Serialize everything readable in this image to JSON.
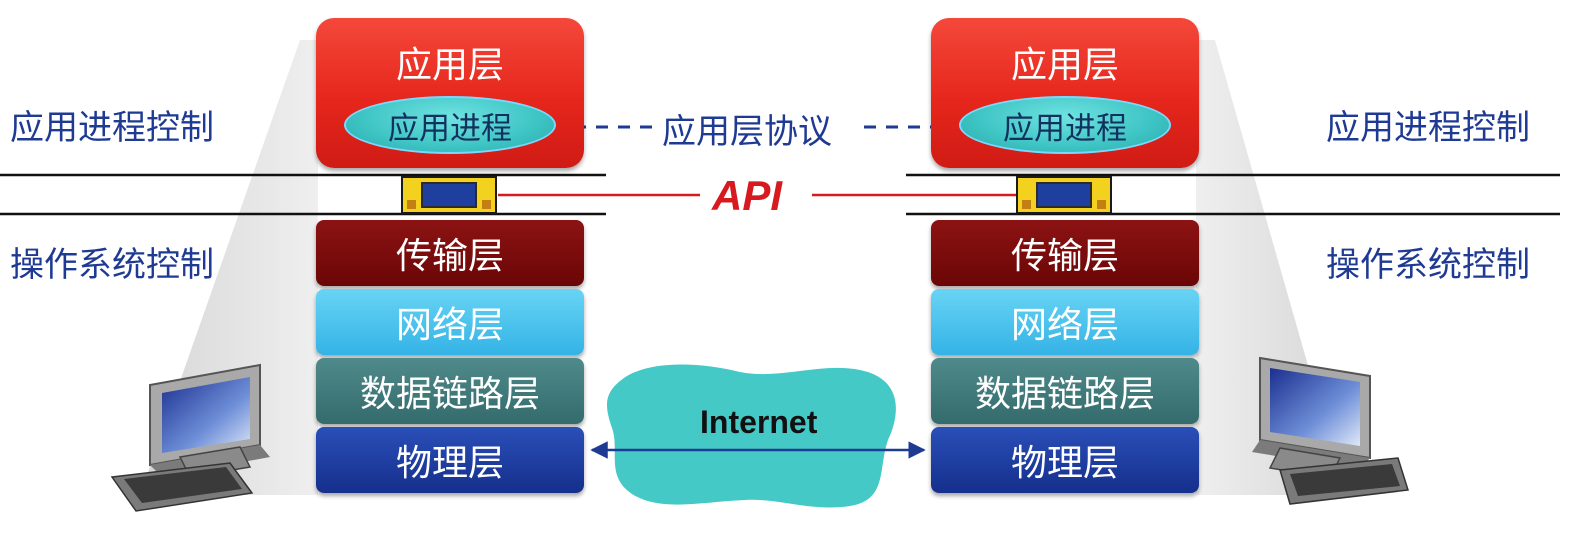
{
  "left_stack": {
    "app_layer": "应用层",
    "app_process": "应用进程",
    "transport": "传输层",
    "network": "网络层",
    "datalink": "数据链路层",
    "physical": "物理层"
  },
  "right_stack": {
    "app_layer": "应用层",
    "app_process": "应用进程",
    "transport": "传输层",
    "network": "网络层",
    "datalink": "数据链路层",
    "physical": "物理层"
  },
  "labels": {
    "left_app_control": "应用进程控制",
    "left_os_control": "操作系统控制",
    "right_app_control": "应用进程控制",
    "right_os_control": "操作系统控制",
    "protocol": "应用层协议",
    "api": "API",
    "internet": "Internet"
  },
  "colors": {
    "app_layer": "#e6261c",
    "app_process": "#3ec4c4",
    "transport": "#6b0606",
    "network": "#34b3e6",
    "datalink": "#346b6d",
    "physical": "#152f8c",
    "api_text": "#d71920",
    "label_text": "#1f3a93",
    "cloud": "#45c9c6"
  },
  "icons": [
    "desktop-computer-icon",
    "desktop-computer-icon"
  ]
}
